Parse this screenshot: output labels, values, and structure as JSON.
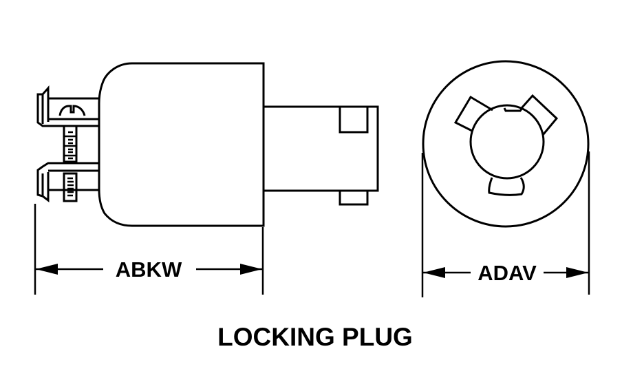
{
  "diagram": {
    "title": "LOCKING PLUG",
    "views": {
      "side": {
        "name": "side-view",
        "dimension_label": "ABKW"
      },
      "end": {
        "name": "end-view",
        "dimension_label": "ADAV"
      }
    },
    "colors": {
      "line": "#000000",
      "background": "#ffffff"
    }
  }
}
